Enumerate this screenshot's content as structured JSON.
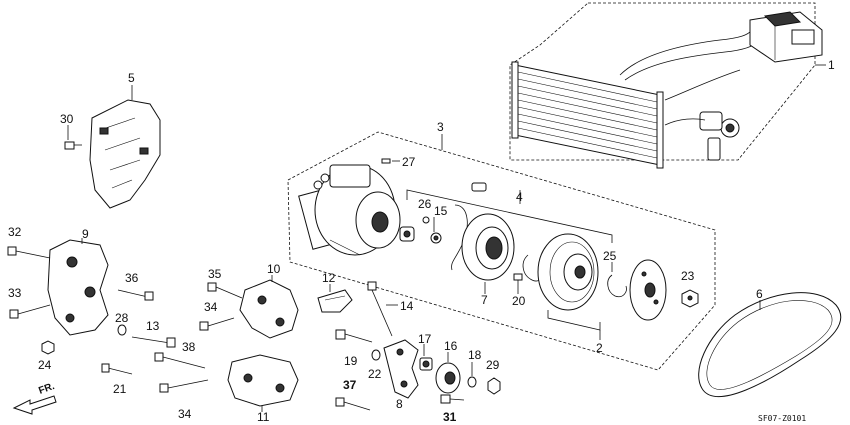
{
  "diagram": {
    "reference_code": "SF07-Z0101",
    "direction_label": "FR.",
    "callouts": [
      "1",
      "2",
      "3",
      "4",
      "5",
      "6",
      "7",
      "8",
      "9",
      "10",
      "11",
      "12",
      "13",
      "14",
      "15",
      "16",
      "17",
      "18",
      "19",
      "20",
      "21",
      "22",
      "23",
      "24",
      "25",
      "26",
      "27",
      "28",
      "29",
      "30",
      "31",
      "32",
      "33",
      "34",
      "34",
      "35",
      "36",
      "37",
      "38"
    ],
    "bold_callouts": [
      "31",
      "37"
    ]
  }
}
